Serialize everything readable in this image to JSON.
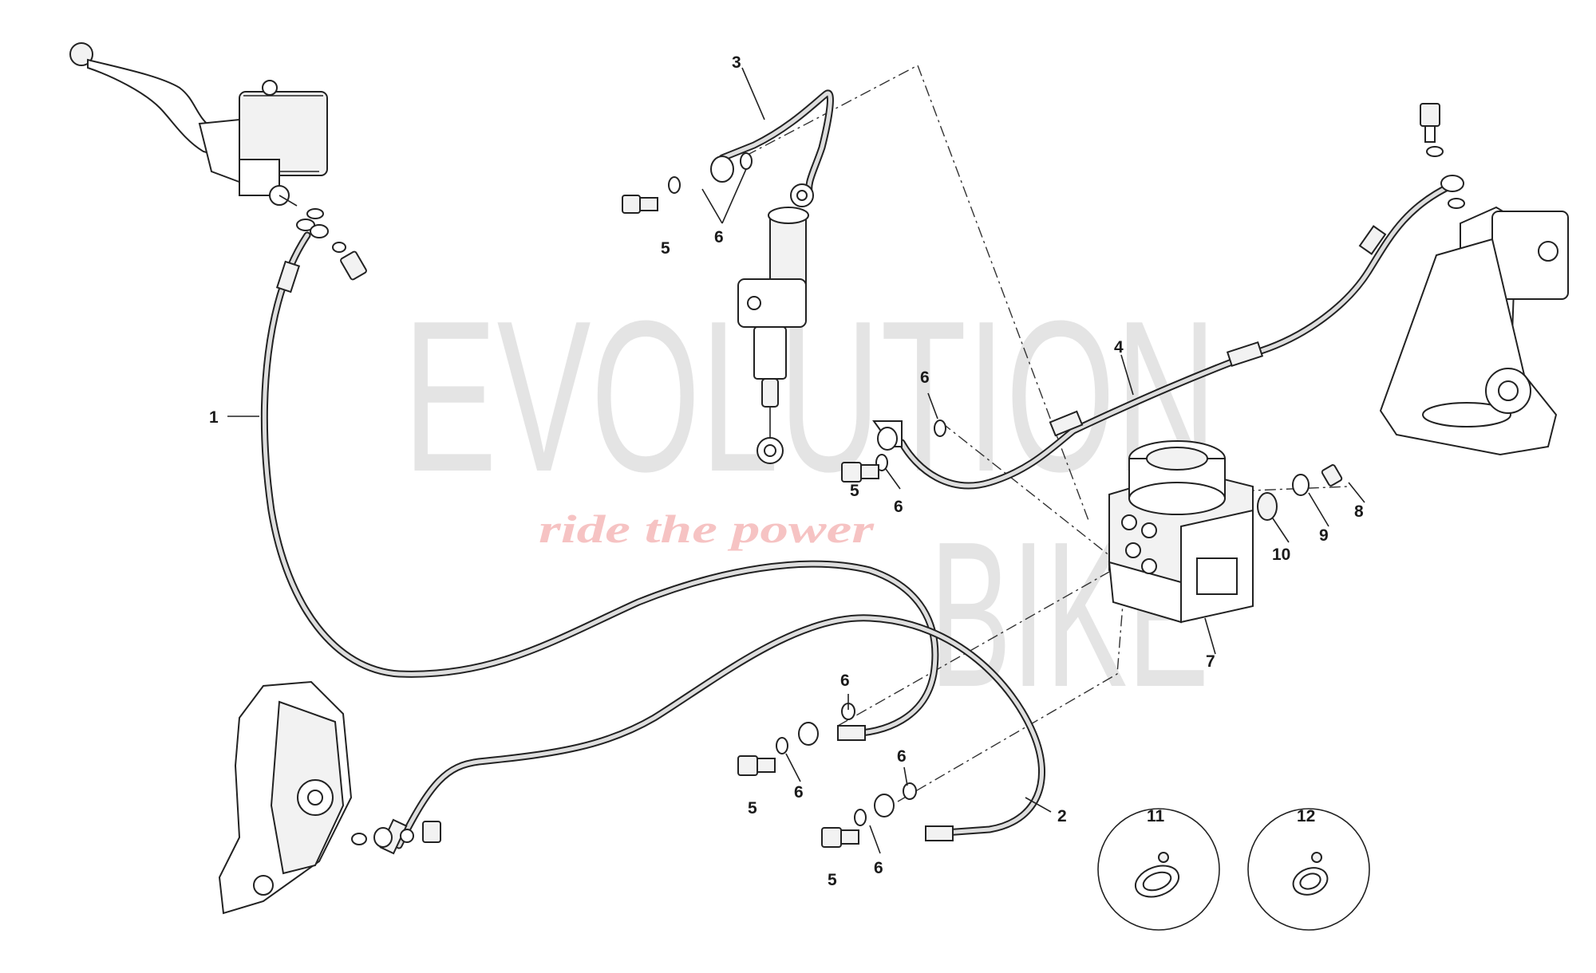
{
  "watermark": {
    "brand_line1": "EVOLUTION",
    "brand_line2": "BIKE",
    "tagline": "ride the power",
    "brand_color": "#e0e0e0",
    "tagline_color": "#f4b8b8"
  },
  "callouts": {
    "c1": "1",
    "c2": "2",
    "c3": "3",
    "c4": "4",
    "c5a": "5",
    "c5b": "5",
    "c5c": "5",
    "c5d": "5",
    "c6a": "6",
    "c6b": "6",
    "c6c": "6",
    "c6d": "6",
    "c6e": "6",
    "c6f": "6",
    "c6g": "6",
    "c7": "7",
    "c8": "8",
    "c9": "9",
    "c10": "10",
    "c11": "11",
    "c12": "12"
  }
}
